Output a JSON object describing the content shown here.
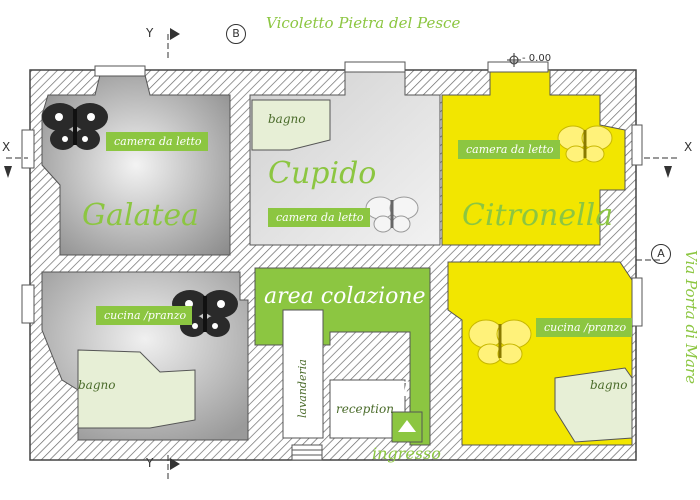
{
  "streets": {
    "top": "Vicoletto Pietra del Pesce",
    "right": "Via Porta di Mare"
  },
  "markers": {
    "axis_y": "Y",
    "axis_x": "X",
    "circle_b": "B",
    "circle_a": "A",
    "elevation": "- 0.00"
  },
  "rooms": {
    "galatea": "Galatea",
    "cupido": "Cupido",
    "citronella": "Citronella",
    "area_colazione": "area colazione",
    "bedroom_tag": "camera da letto",
    "kitchen_tag": "cucina /pranzo",
    "bathroom": "bagno",
    "laundry": "lavanderia",
    "reception": "reception",
    "info": "i",
    "entrance": "ingresso"
  },
  "colors": {
    "green": "#8cc641",
    "yellow": "#f2e600",
    "grey_light": "#dcdcdc",
    "grey_dark": "#8a8a8a",
    "wall": "#5a5a5a"
  },
  "icons": [
    "butterfly-icon-dark",
    "butterfly-icon-white",
    "butterfly-icon-yellow"
  ]
}
